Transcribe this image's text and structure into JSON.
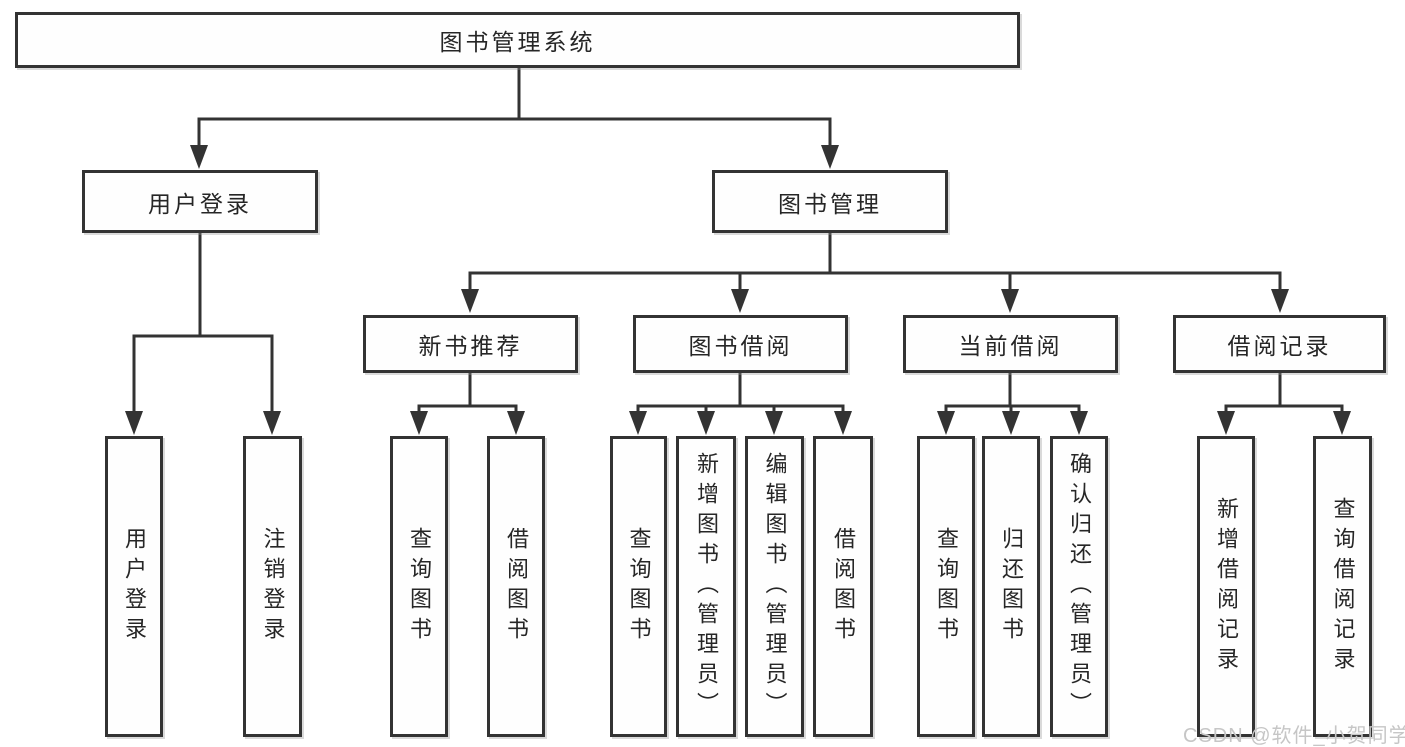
{
  "diagram": {
    "type": "hierarchy",
    "background": "#ffffff",
    "line_color": "#333333",
    "box_border_color": "#333333",
    "text_color": "#262626"
  },
  "tree": {
    "label": "图书管理系统",
    "children": [
      {
        "label": "用户登录",
        "children": [
          {
            "label": "用户登录"
          },
          {
            "label": "注销登录"
          }
        ]
      },
      {
        "label": "图书管理",
        "children": [
          {
            "label": "新书推荐",
            "children": [
              {
                "label": "查询图书"
              },
              {
                "label": "借阅图书"
              }
            ]
          },
          {
            "label": "图书借阅",
            "children": [
              {
                "label": "查询图书"
              },
              {
                "label": "新增图书（管理员）"
              },
              {
                "label": "编辑图书（管理员）"
              },
              {
                "label": "借阅图书"
              }
            ]
          },
          {
            "label": "当前借阅",
            "children": [
              {
                "label": "查询图书"
              },
              {
                "label": "归还图书"
              },
              {
                "label": "确认归还（管理员）"
              }
            ]
          },
          {
            "label": "借阅记录",
            "children": [
              {
                "label": "新增借阅记录"
              },
              {
                "label": "查询借阅记录"
              }
            ]
          }
        ]
      }
    ]
  },
  "watermark": {
    "text": "CSDN @软件_小贺同学",
    "color": "#c6c6c6"
  }
}
